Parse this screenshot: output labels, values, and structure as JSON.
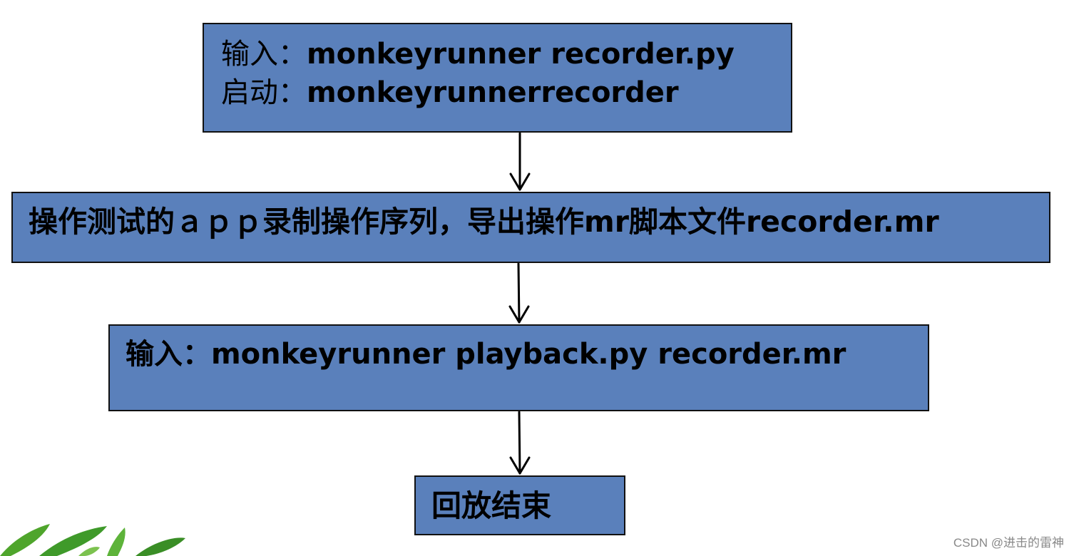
{
  "flowchart": {
    "step1": {
      "input_label": "输入：",
      "input_command": "monkeyrunner recorder.py",
      "start_label": "启动：",
      "start_value": "monkeyrunnerrecorder"
    },
    "step2": {
      "text": "操作测试的ａｐｐ录制操作序列，导出操作mr脚本文件recorder.mr"
    },
    "step3": {
      "text": "输入：monkeyrunner playback.py recorder.mr"
    },
    "step4": {
      "text": "回放结束"
    }
  },
  "watermark": "CSDN @进击的雷神",
  "colors": {
    "box_fill": "#5a80bb",
    "box_border": "#111111",
    "arrow": "#000000",
    "leaf": "#3f9a2a"
  },
  "icons": {
    "arrow": "down-arrow-icon",
    "decoration": "leaf-decoration"
  }
}
